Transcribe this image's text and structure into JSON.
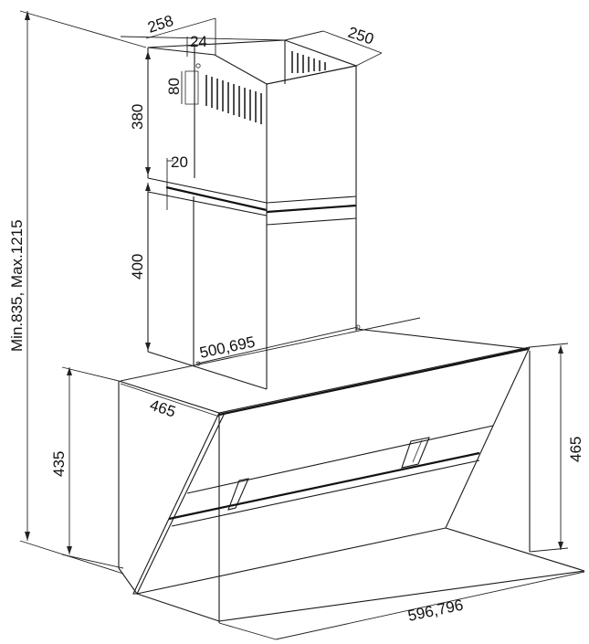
{
  "dimensions": {
    "chimney_width": "258",
    "chimney_depth": "250",
    "vent_offset_top": "24",
    "vent_height": "80",
    "upper_chimney_height": "380",
    "bracket_offset": "20",
    "lower_chimney_height": "400",
    "total_height_range": "Min.835, Max.1215",
    "chimney_position": "500,695",
    "canopy_depth": "465",
    "canopy_height_left": "435",
    "canopy_height_right": "465",
    "canopy_width": "596,796"
  }
}
